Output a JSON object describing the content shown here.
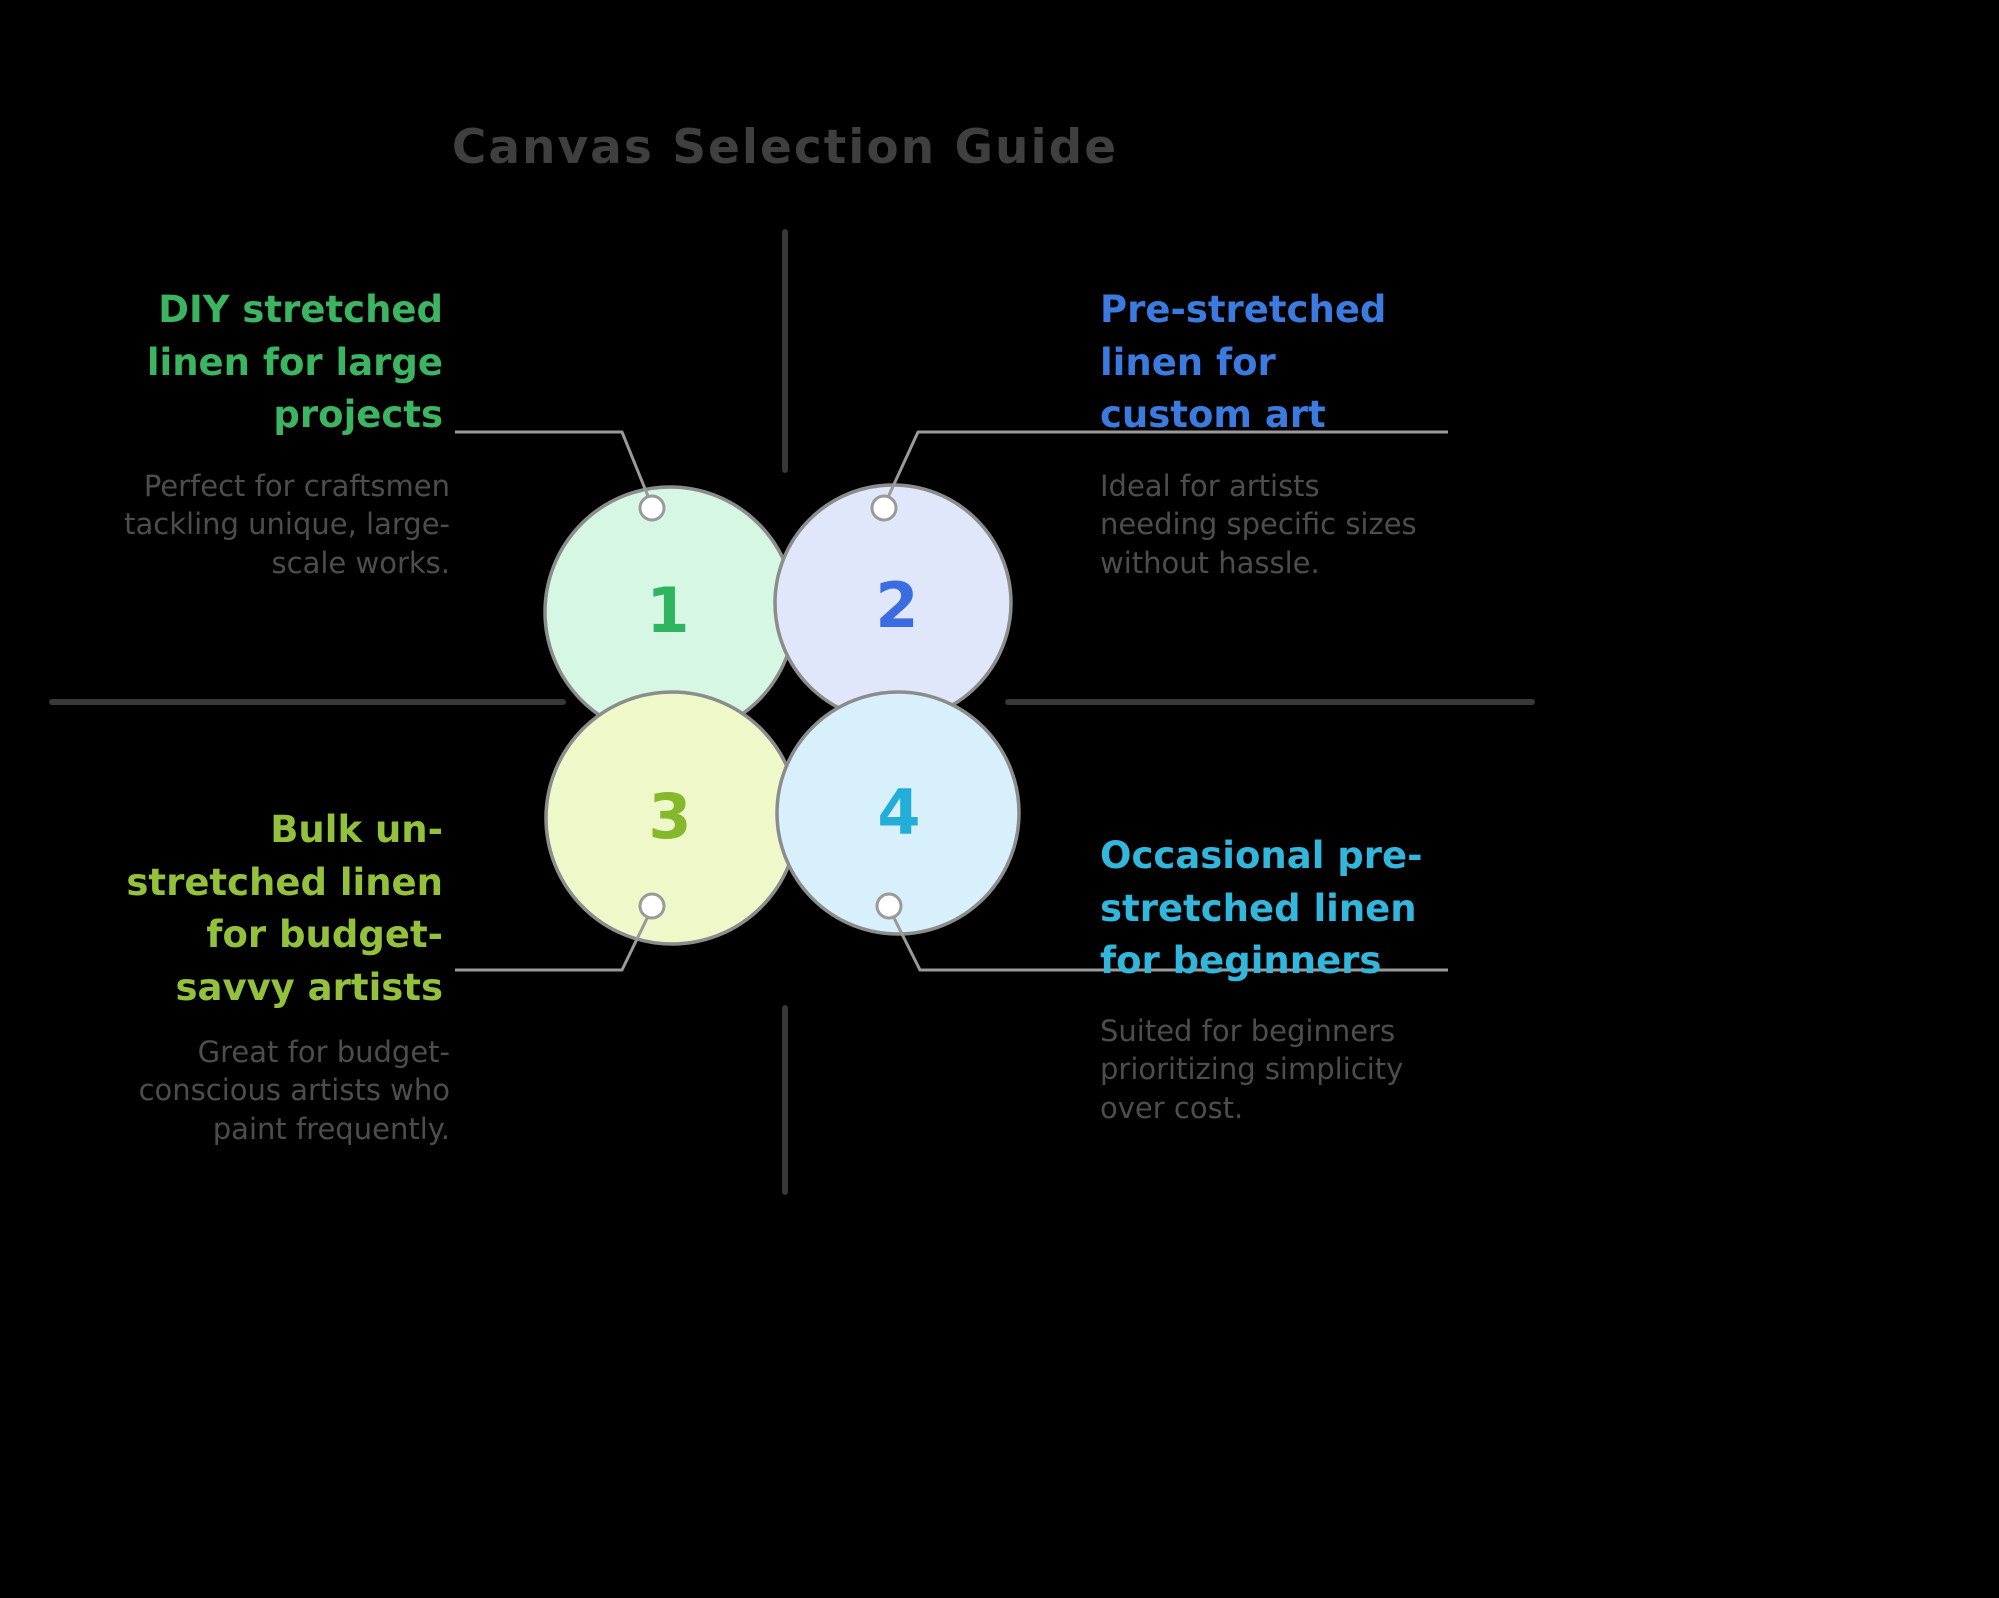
{
  "title": "Canvas Selection Guide",
  "colors": {
    "title": "#3f3f3f",
    "divider": "#383838",
    "connector": "#9a9a9a",
    "circle_stroke": "#8c8c8c",
    "body_text": "#4d4d4d",
    "background": "#000000"
  },
  "quadrants": [
    {
      "number": "1",
      "heading": "DIY stretched\nlinen for large\nprojects",
      "body": "Perfect for craftsmen\ntackling unique, large-\nscale works.",
      "heading_color": "#3cb563",
      "number_color": "#2fb55e",
      "circle_fill": "#d6f7e3"
    },
    {
      "number": "2",
      "heading": "Pre-stretched\nlinen for\ncustom art",
      "body": "Ideal for artists\nneeding specific sizes\nwithout hassle.",
      "heading_color": "#3b7be0",
      "number_color": "#3b6ce0",
      "circle_fill": "#e0e7fb"
    },
    {
      "number": "3",
      "heading": "Bulk un-\nstretched linen\nfor budget-\nsavvy artists",
      "body": "Great for budget-\nconscious artists who\npaint frequently.",
      "heading_color": "#94c13c",
      "number_color": "#86b82e",
      "circle_fill": "#eef8c9"
    },
    {
      "number": "4",
      "heading": "Occasional pre-\nstretched linen\nfor beginners",
      "body": "Suited for beginners\nprioritizing simplicity\nover cost.",
      "heading_color": "#33b6dc",
      "number_color": "#22aed8",
      "circle_fill": "#d7f0fb"
    }
  ]
}
